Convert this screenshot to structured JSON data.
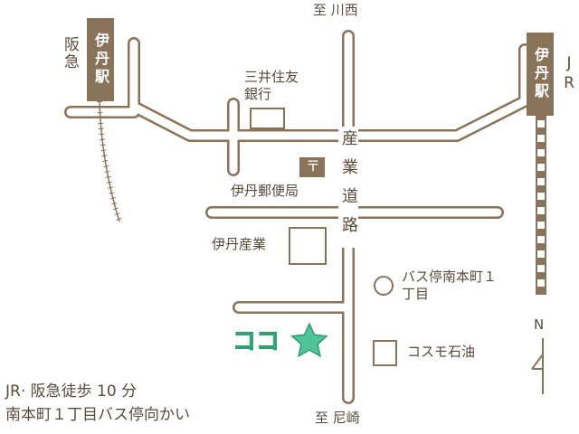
{
  "stations": {
    "itami_hankyu": {
      "name": "伊丹駅",
      "line": "阪急"
    },
    "itami_jr": {
      "name": "伊丹駅",
      "line": "JR"
    }
  },
  "destinations": {
    "north": "至 川西",
    "south": "至 尼崎"
  },
  "road": {
    "name": "産業道路"
  },
  "landmarks": {
    "bank": "三井住友銀行",
    "post_office": "伊丹郵便局",
    "post_symbol": "〒",
    "company": "伊丹産業",
    "bus_stop": "バス停南本町１丁目",
    "gas_station": "コスモ石油"
  },
  "target": {
    "label": "ココ"
  },
  "compass": {
    "north_label": "N"
  },
  "access": {
    "line1": "JR· 阪急徒歩 10 分",
    "line2": "南本町１丁目バス停向かい"
  },
  "colors": {
    "road_stroke": "#8a7459",
    "road_fill": "#ffffff",
    "station_bg": "#8a7459",
    "star": "#4fc49a",
    "koko": "#66d6a3"
  }
}
